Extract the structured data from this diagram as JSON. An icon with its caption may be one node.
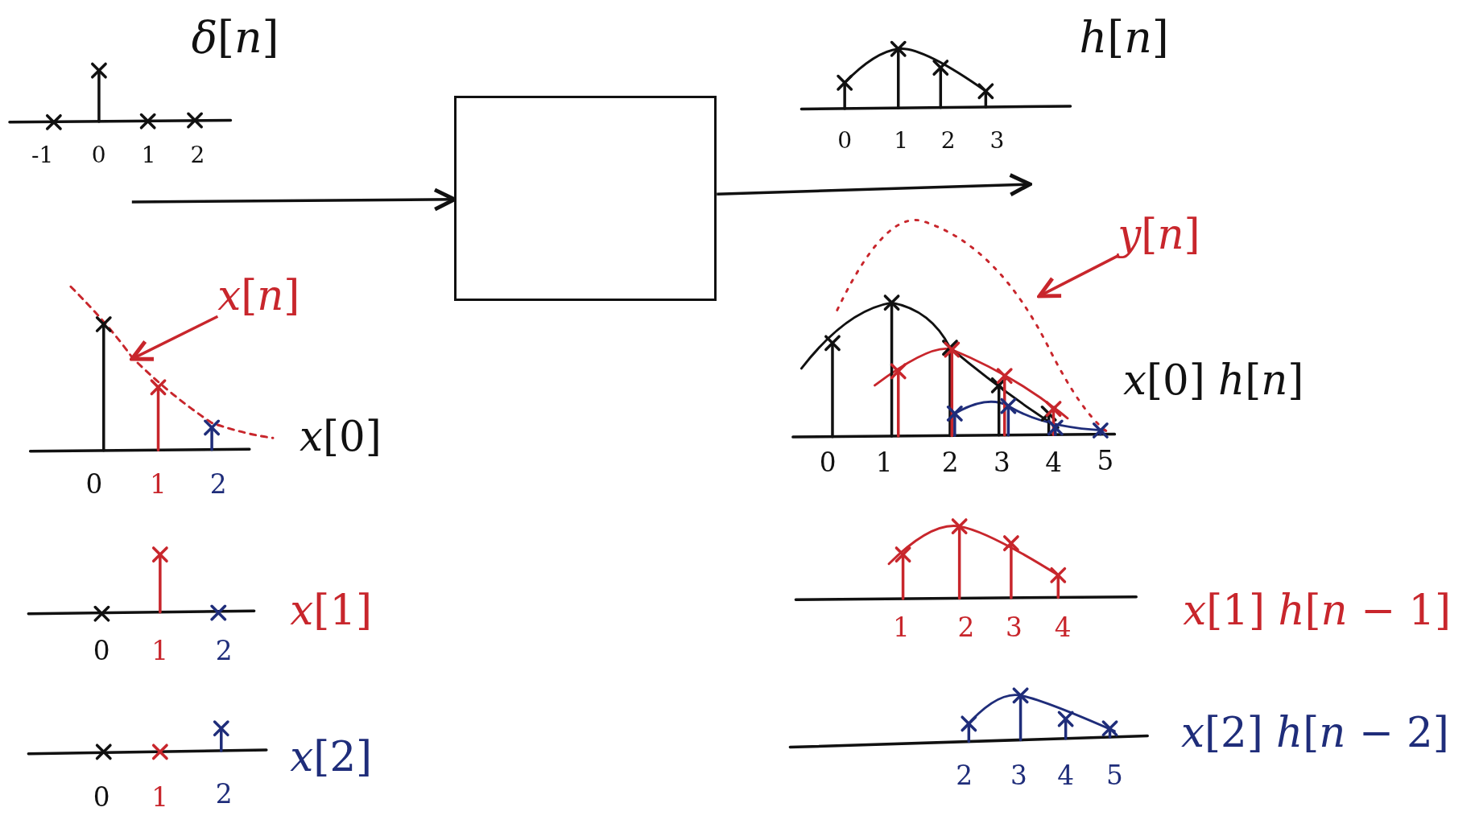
{
  "diagram": {
    "nodes": [
      {
        "text": [],
        "shape": "box"
      },
      {
        "text": [
          "*x*[*n*]"
        ]
      },
      {
        "text": [
          "*y*[*n*]"
        ]
      }
    ],
    "edges": [
      {
        "from": null,
        "to": 0,
        "arrow": "to"
      },
      {
        "from": 0,
        "to": null,
        "arrow": "to"
      },
      {
        "from": 1,
        "to": null,
        "arrow": "to",
        "color": "#c8262c"
      },
      {
        "from": 2,
        "to": null,
        "arrow": "to",
        "color": "#c8262c"
      }
    ],
    "labels": [
      "*δ*[*n*]",
      "-1",
      "0",
      "1",
      "2",
      "*h*[*n*]",
      "0",
      "1",
      "2",
      "3",
      "0",
      "1",
      "2",
      "*x*[0]",
      "0",
      "1",
      "2",
      "*x*[1]",
      "0",
      "1",
      "2",
      "*x*[2]",
      "*x*[0] *h*[*n*]",
      "0",
      "1",
      "2",
      "3",
      "4",
      "5",
      "1",
      "2",
      "3",
      "4",
      "*x*[1] *h*[*n* − 1]",
      "2",
      "3",
      "4",
      "5",
      "*x*[2] *h*[*n* − 2]"
    ]
  }
}
